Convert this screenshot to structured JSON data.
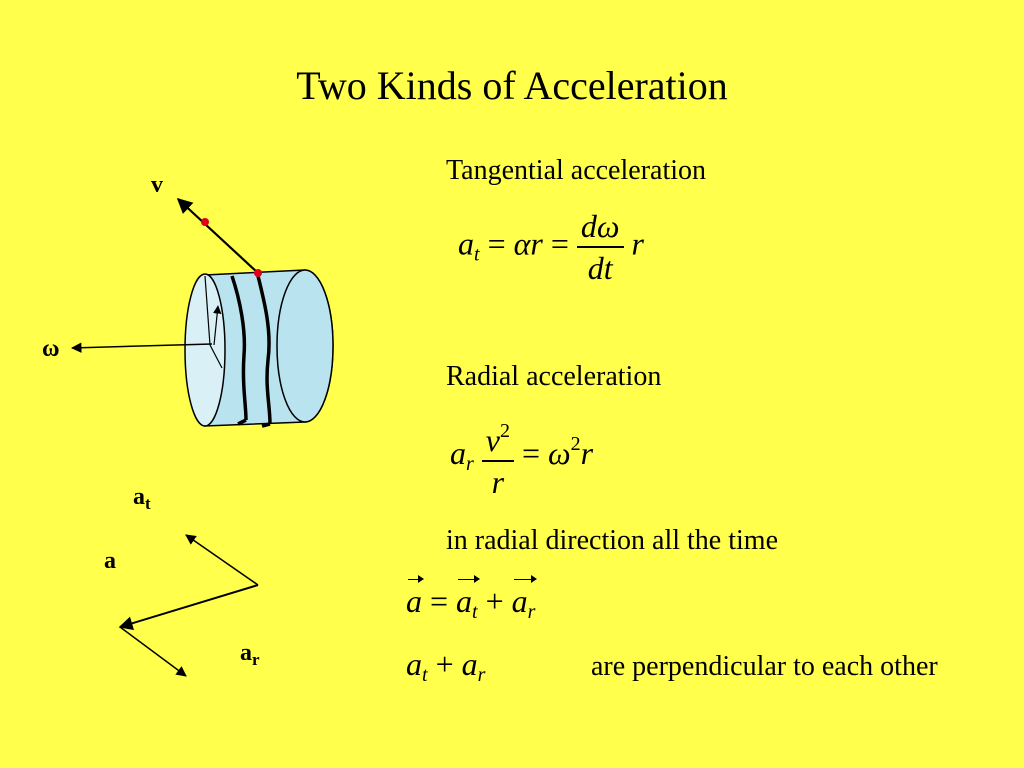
{
  "slide": {
    "title": "Two Kinds of Acceleration",
    "tangential": {
      "heading": "Tangential acceleration",
      "a": "a",
      "t": "t",
      "eq1": "=",
      "alpha_r": "αr",
      "eq2": "=",
      "num": "dω",
      "den": "dt",
      "r": "r"
    },
    "radial": {
      "heading": "Radial acceleration",
      "a": "a",
      "r_sub": "r",
      "num_v": "v",
      "num_sup": "2",
      "den": "r",
      "eq": "=",
      "omega": "ω",
      "omega_sup": "2",
      "r": "r"
    },
    "direction_note": "in radial direction all the time",
    "vector_sum": {
      "a": "a",
      "eq": "=",
      "at": "a",
      "at_sub": "t",
      "plus": "+",
      "ar": "a",
      "ar_sub": "r"
    },
    "perp": {
      "at": "a",
      "at_sub": "t",
      "plus": "+",
      "ar": "a",
      "ar_sub": "r",
      "text": "are perpendicular to each other"
    },
    "diagram": {
      "v_label": "v",
      "omega_label": "ω",
      "at_label": "a",
      "at_sub": "t",
      "a_label": "a",
      "ar_label": "a",
      "ar_sub": "r"
    }
  },
  "colors": {
    "background": "#FFFF4C",
    "cylinder_fill": "#B9E3EE",
    "point": "#E0001A"
  }
}
